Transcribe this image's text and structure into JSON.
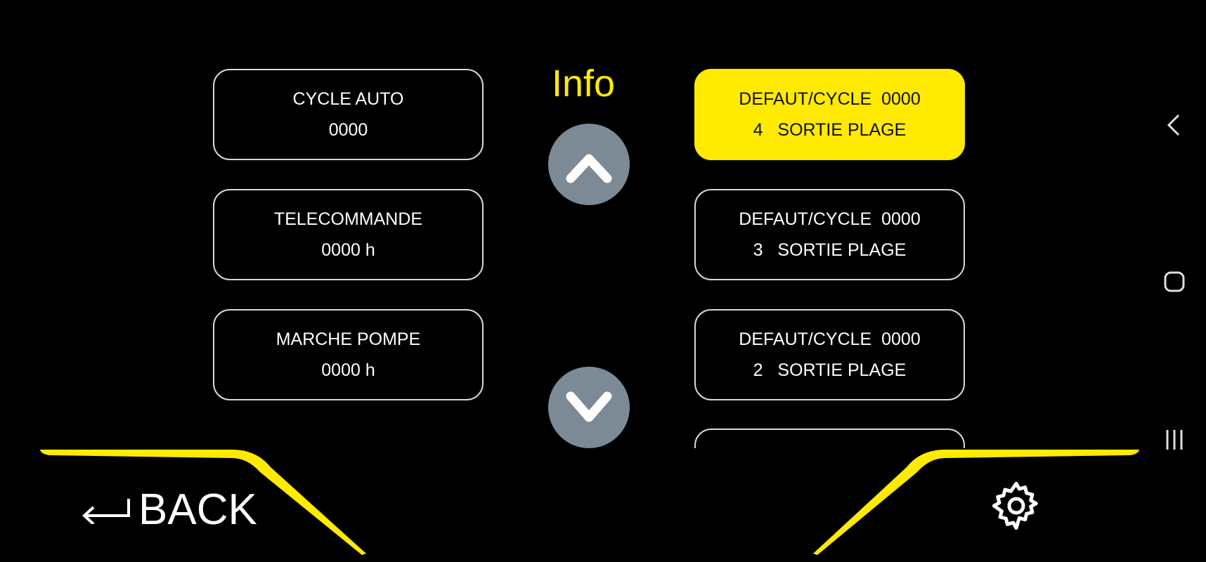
{
  "title": "Info",
  "left_items": [
    {
      "label": "CYCLE AUTO",
      "value": "0000"
    },
    {
      "label": "TELECOMMANDE",
      "value": "0000 h"
    },
    {
      "label": "MARCHE POMPE",
      "value": "0000 h"
    }
  ],
  "right_items": [
    {
      "line1": "DEFAUT/CYCLE  0000",
      "line2": "4   SORTIE PLAGE",
      "selected": true
    },
    {
      "line1": "DEFAUT/CYCLE  0000",
      "line2": "3   SORTIE PLAGE",
      "selected": false
    },
    {
      "line1": "DEFAUT/CYCLE  0000",
      "line2": "2   SORTIE PLAGE",
      "selected": false
    }
  ],
  "back_label": "BACK",
  "colors": {
    "accent": "#ffea00",
    "scroll_button": "#7c8a96",
    "background": "#000000"
  }
}
